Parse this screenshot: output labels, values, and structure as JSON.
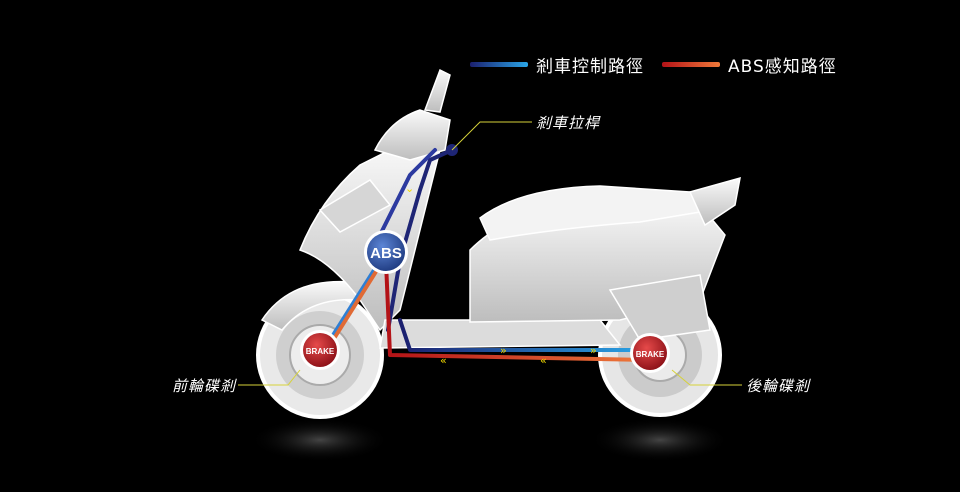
{
  "legend": {
    "brake_path": {
      "label": "剎車控制路徑",
      "color_start": "#1b1f6e",
      "color_end": "#2aa6e8"
    },
    "abs_path": {
      "label": "ABS感知路徑",
      "color_start": "#b31217",
      "color_end": "#f07a3a"
    }
  },
  "callouts": {
    "brake_lever": "剎車拉桿",
    "front_disc": "前輪碟剎",
    "rear_disc": "後輪碟剎"
  },
  "badges": {
    "abs": "ABS",
    "brake_front": "BRAKE",
    "brake_rear": "BRAKE"
  },
  "colors": {
    "callout_line": "#d6d23a",
    "abs_badge": "#2a4f9e",
    "brake_badge": "#c0202a"
  }
}
